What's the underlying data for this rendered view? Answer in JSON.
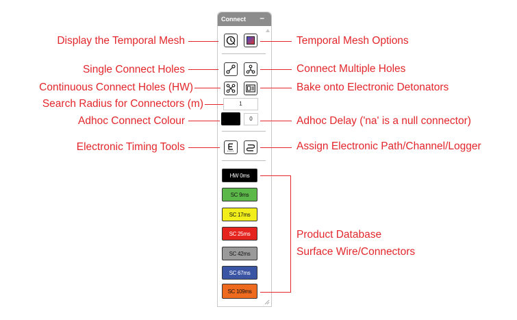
{
  "window": {
    "title": "Connect",
    "minimize_glyph": "–"
  },
  "toolbar": {
    "mesh_display_icon": "temporal-mesh-display-icon",
    "mesh_options_icon": "temporal-mesh-options-icon",
    "single_connect_icon": "single-connect-icon",
    "multi_connect_icon": "multi-connect-icon",
    "continuous_connect_icon": "continuous-connect-icon",
    "bake_icon": "bake-detonators-icon",
    "timing_tools_icon": "electronic-timing-icon",
    "assign_path_icon": "assign-path-icon",
    "search_radius_value": "1",
    "adhoc_colour": "#000000",
    "adhoc_delay_value": "0"
  },
  "products": [
    {
      "label": "HW 0ms",
      "bg": "#000000",
      "fg": "#ffffff"
    },
    {
      "label": "SC 9ms",
      "bg": "#5cb848",
      "fg": "#111111"
    },
    {
      "label": "SC 17ms",
      "bg": "#f2ee1c",
      "fg": "#111111"
    },
    {
      "label": "SC 25ms",
      "bg": "#e5231f",
      "fg": "#ffffff"
    },
    {
      "label": "SC 42ms",
      "bg": "#9a9a9a",
      "fg": "#111111"
    },
    {
      "label": "SC 67ms",
      "bg": "#3b55a5",
      "fg": "#ffffff"
    },
    {
      "label": "SC 109ms",
      "bg": "#ee6a1e",
      "fg": "#111111"
    }
  ],
  "callouts": {
    "display_mesh": "Display the Temporal Mesh",
    "mesh_options": "Temporal Mesh Options",
    "single_connect": "Single Connect Holes",
    "multi_connect": "Connect Multiple Holes",
    "continuous_connect": "Continuous Connect Holes (HW)",
    "bake": "Bake  onto Electronic Detonators",
    "search_radius": "Search Radius for Connectors (m)",
    "adhoc_colour": "Adhoc Connect Colour",
    "adhoc_delay": "Adhoc Delay ('na' is a null connector)",
    "timing_tools": "Electronic Timing Tools",
    "assign_path": "Assign Electronic Path/Channel/Logger",
    "product_db_line1": "Product Database",
    "product_db_line2": "Surface Wire/Connectors"
  },
  "colors": {
    "callout": "#e3262b",
    "titlebar": "#8c8c8c"
  }
}
